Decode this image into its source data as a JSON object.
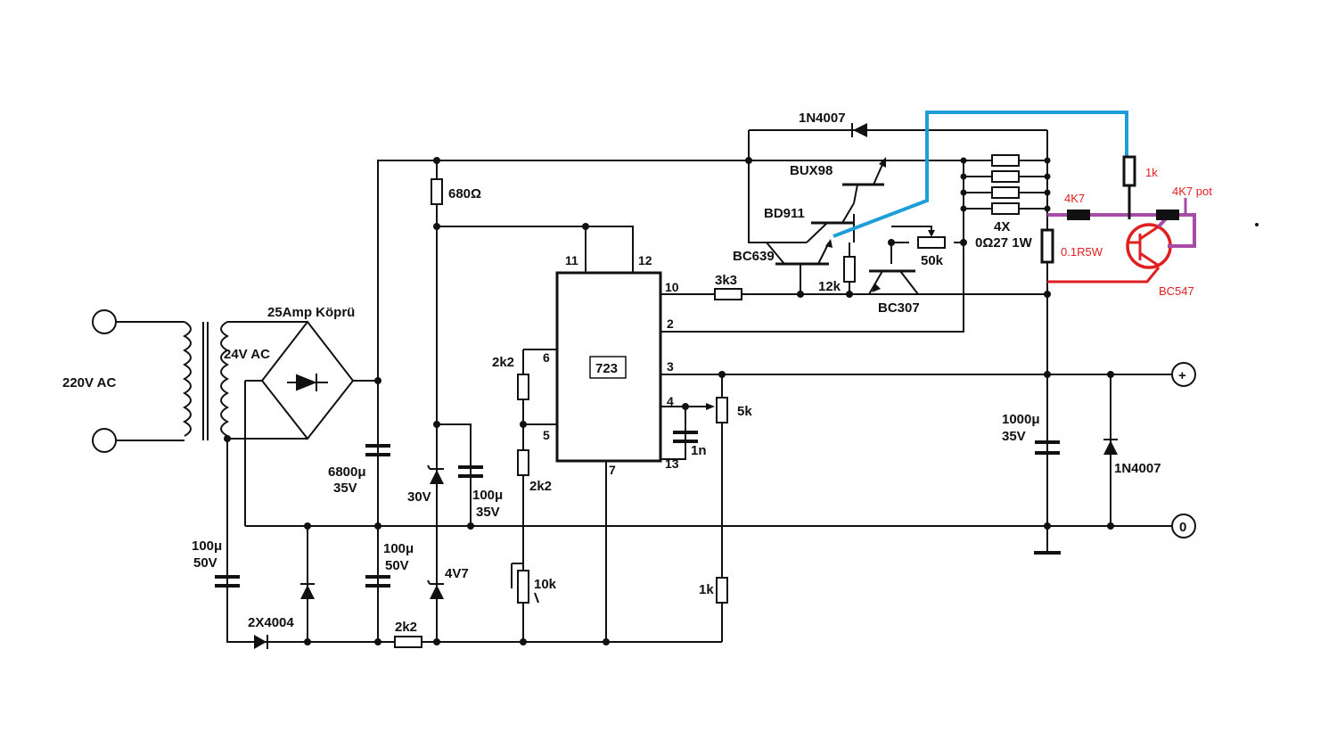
{
  "labels": {
    "mains": "220V AC",
    "secondary": "24V AC",
    "bridge": "25Amp  Köprü",
    "c_main_val": "6800μ",
    "c_main_v": "35V",
    "c_neg_val": "100μ",
    "c_neg_v": "50V",
    "c_neg2_val": "100μ",
    "c_neg2_v": "50V",
    "d_neg": "2X4004",
    "r_neg": "2k2",
    "r_zener": "680Ω",
    "z30": "30V",
    "c_z_val": "100μ",
    "c_z_v": "35V",
    "z47": "4V7",
    "ic": "723",
    "r6": "2k2",
    "r5": "2k2",
    "pot10k": "10k",
    "pot5k": "5k",
    "r1k_bot": "1k",
    "c1n": "1n",
    "r3k3": "3k3",
    "q_bc639": "BC639",
    "q_bd911": "BD911",
    "q_bux98": "BUX98",
    "d_top": "1N4007",
    "r12k": "12k",
    "pot50k": "50k",
    "q_bc307": "BC307",
    "r_shunt_n": "4X",
    "r_shunt_v": "0Ω27 1W",
    "c_out_val": "1000μ",
    "c_out_v": "35V",
    "d_out": "1N4007",
    "term_plus": "+",
    "term_zero": "0"
  },
  "pins": {
    "p11": "11",
    "p12": "12",
    "p10": "10",
    "p2": "2",
    "p3": "3",
    "p4": "4",
    "p13": "13",
    "p6": "6",
    "p5": "5",
    "p7": "7"
  },
  "mod_labels": {
    "r1k": "1k",
    "r4k7": "4K7",
    "pot4k7": "4K7 pot",
    "rsense": "0.1R5W",
    "q_bc547": "BC547"
  },
  "colors": {
    "wire": "#111111",
    "mod_blue": "#1e9ed8",
    "mod_purple": "#a64ca6",
    "mod_red": "#e02020"
  }
}
